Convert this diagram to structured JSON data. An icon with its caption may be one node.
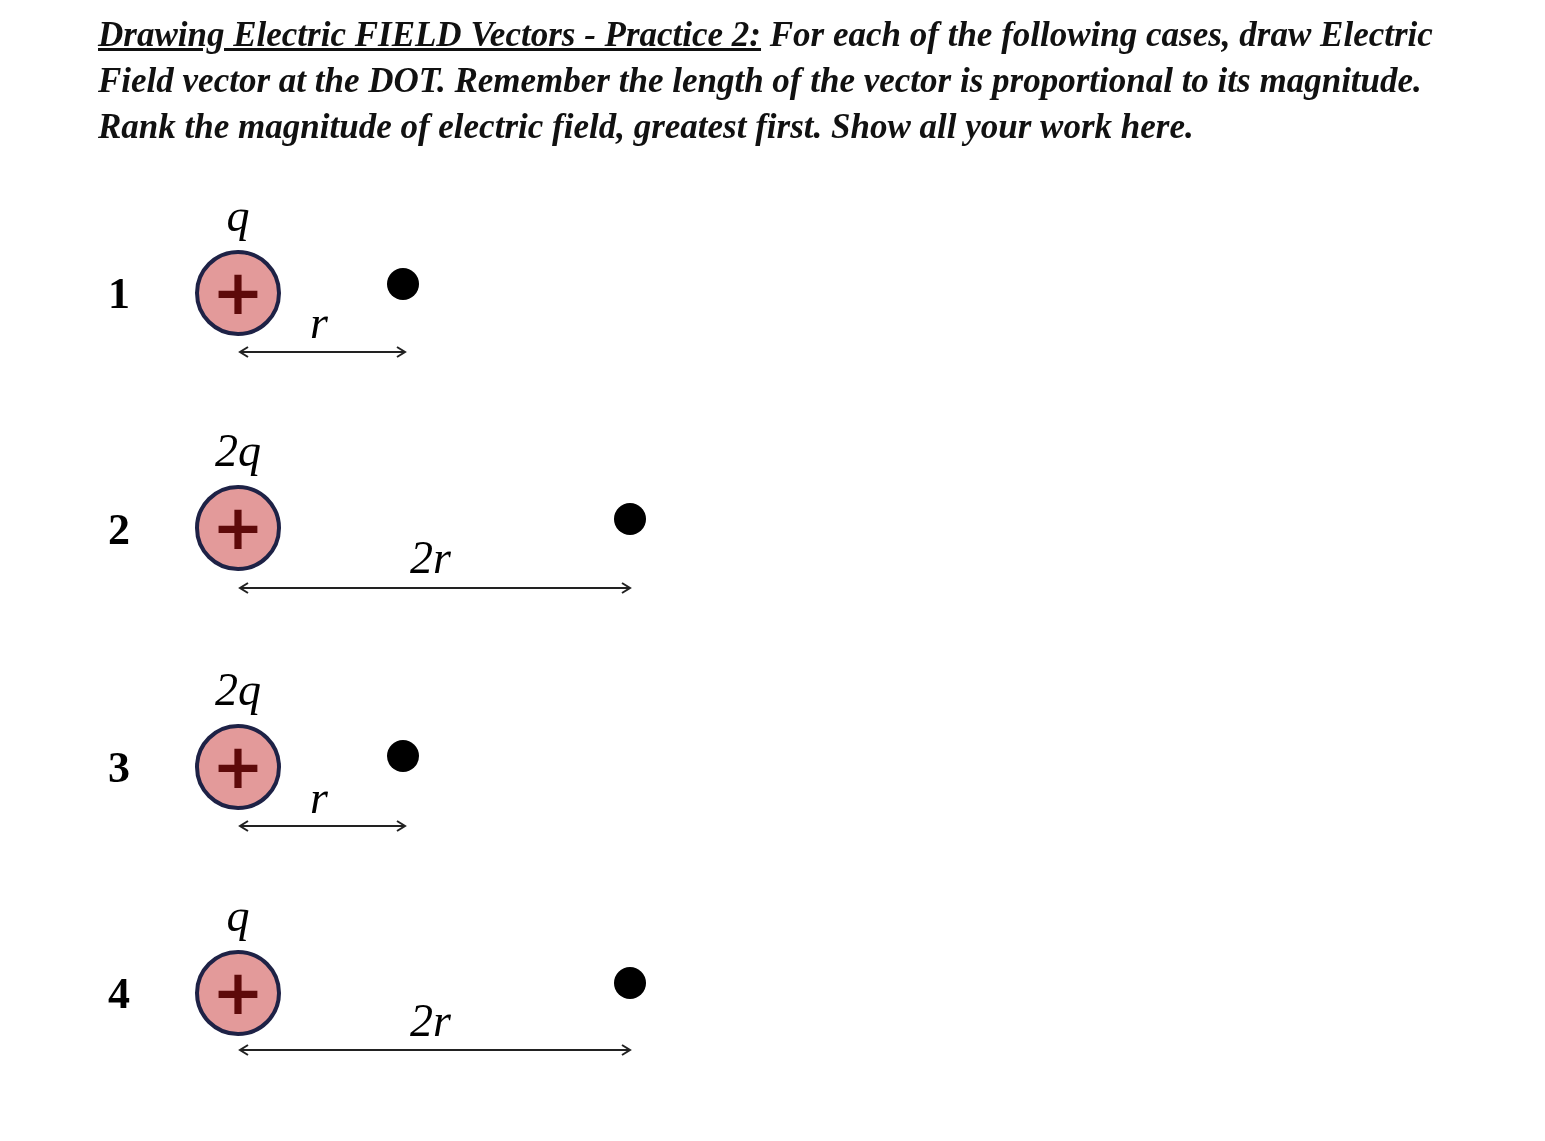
{
  "diagram": {
    "title": "Drawing Electric FIELD Vectors - Practice 2:",
    "nodes": [
      {
        "text": [
          "+"
        ],
        "beside": [
          "q"
        ]
      },
      {
        "text": [],
        "shape": "circle"
      },
      {
        "text": [
          "+"
        ],
        "beside": [
          "2q"
        ]
      },
      {
        "text": [],
        "shape": "circle"
      },
      {
        "text": [
          "+"
        ],
        "beside": [
          "2q"
        ]
      },
      {
        "text": [],
        "shape": "circle"
      },
      {
        "text": [
          "+"
        ],
        "beside": [
          "q"
        ]
      },
      {
        "text": [],
        "shape": "circle"
      }
    ],
    "edges": [],
    "labels": [
      "For each of the following cases, draw Electric Field vector at the DOT. Remember the length of the vector is proportional to its magnitude. Rank the magnitude of electric field, greatest first. Show all your work here.",
      "1",
      "r",
      "2",
      "2r",
      "3",
      "r",
      "4",
      "2r"
    ]
  }
}
